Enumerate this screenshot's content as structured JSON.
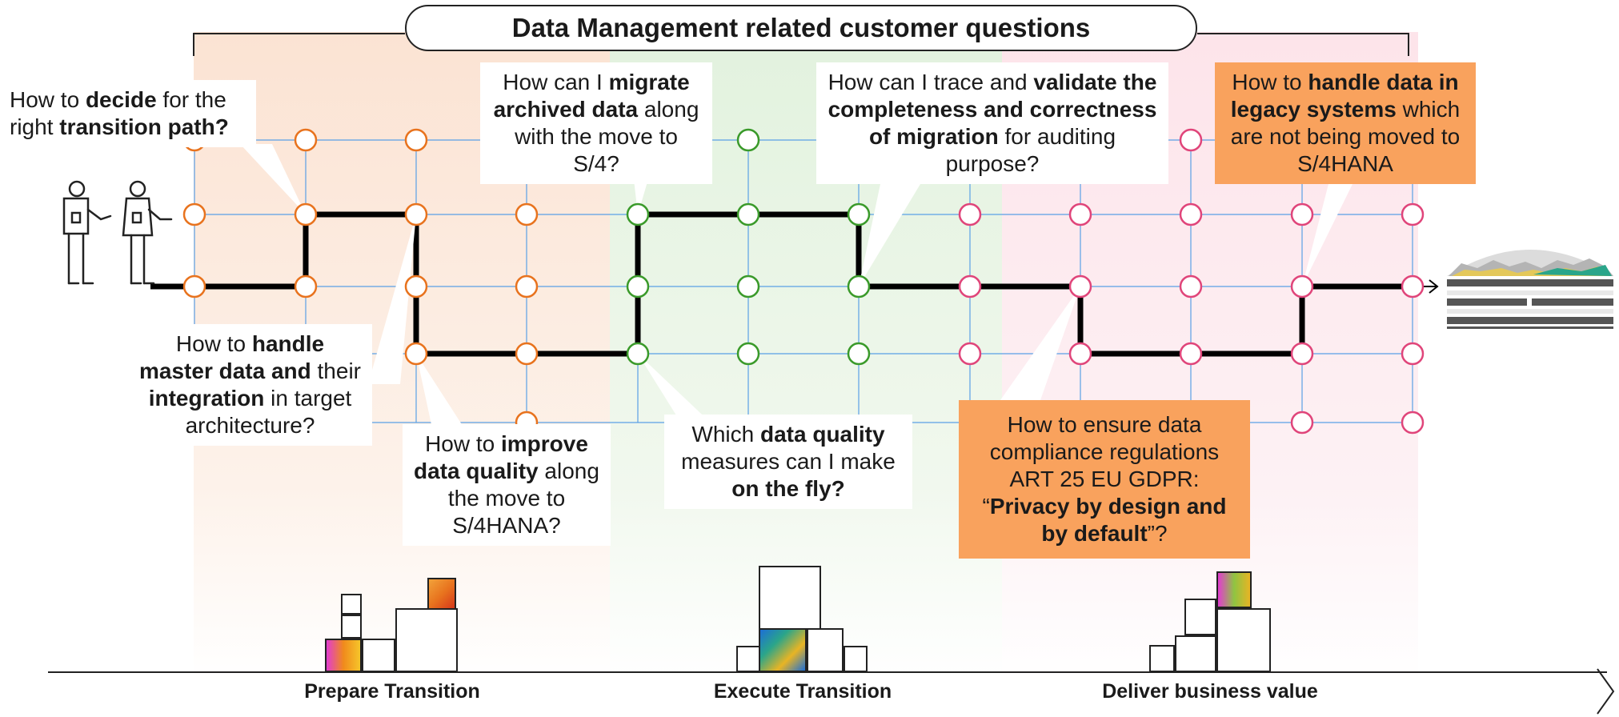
{
  "title": "Data Management related customer questions",
  "questions": {
    "q1": [
      "How to ",
      "decide",
      " for the right ",
      "transition path?"
    ],
    "q2": [
      "How can I ",
      "migrate archived data",
      " along with the move to S/4?"
    ],
    "q3": [
      "How can I trace and ",
      "validate the completeness and correctness of migration",
      " for auditing purpose?"
    ],
    "q4": [
      "How to ",
      "handle data in legacy systems",
      " which are not being moved to S/4HANA"
    ],
    "q5": [
      "How to ",
      "handle master data and",
      " their ",
      "integration",
      " in target architecture?"
    ],
    "q6": [
      "How to ",
      "improve data quality",
      " along the move to S/4HANA?"
    ],
    "q7": [
      "Which ",
      "data quality",
      " measures can I make ",
      "on the fly?"
    ],
    "q8": [
      "How to ensure data compliance regulations ART 25 EU GDPR: “",
      "Privacy by design and by default",
      "”?"
    ]
  },
  "phases": [
    "Prepare Transition",
    "Execute Transition",
    "Deliver business value"
  ],
  "colors": {
    "prepare": "#e8731e",
    "execute": "#3a9a2a",
    "deliver": "#e0457a",
    "highlight": "#f9a25d",
    "grid": "#5aa0e6"
  }
}
